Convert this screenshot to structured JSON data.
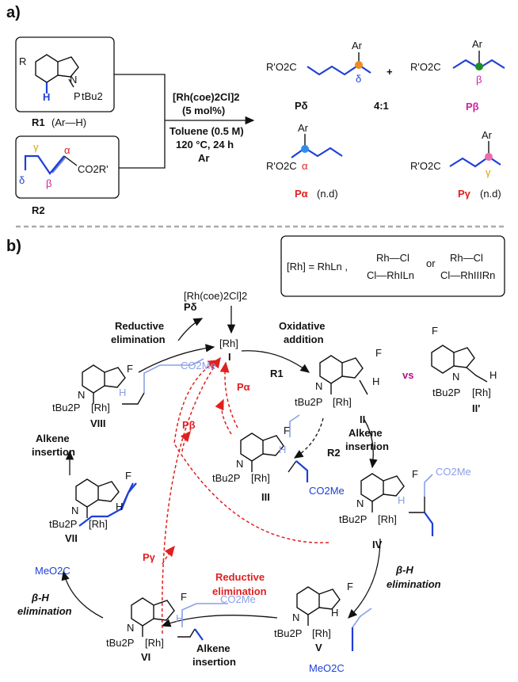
{
  "panel_a": {
    "label": "a)",
    "r1": {
      "label": "R1",
      "note": "(Ar—H)",
      "sub": "R",
      "h": "H",
      "n": "N",
      "pt": "P",
      "tbu": "tBu2"
    },
    "r2": {
      "label": "R2",
      "gamma": "γ",
      "alpha": "α",
      "delta": "δ",
      "beta": "β",
      "ester": "CO2R'"
    },
    "conditions": {
      "catalyst": "[Rh(coe)2Cl]2",
      "loading": "(5 mol%)",
      "solvent": "Toluene (0.5 M)",
      "temp": "120 °C, 24 h",
      "atm": "Ar"
    },
    "products": {
      "p_delta": {
        "label": "Pδ",
        "ester": "R'O2C",
        "ar": "Ar",
        "greek": "δ"
      },
      "plus": "+",
      "ratio": "4:1",
      "p_beta": {
        "label": "Pβ",
        "ester": "R'O2C",
        "ar": "Ar",
        "greek": "β"
      },
      "p_alpha": {
        "label": "Pα",
        "note": "(n.d)",
        "ester": "R'O2C",
        "ar": "Ar",
        "greek": "α"
      },
      "p_gamma": {
        "label": "Pγ",
        "note": "(n.d)",
        "ester": "R'O2C",
        "ar": "Ar",
        "greek": "γ"
      }
    },
    "colors": {
      "delta": "#f08a24",
      "beta": "#1e8c2e",
      "alpha": "#2a8ff0",
      "gamma": "#f06ab0"
    }
  },
  "panel_b": {
    "label": "b)",
    "legend": {
      "text": "[Rh] = RhLn ,",
      "or": "or",
      "rh1": "Rh—Cl",
      "cl1": "Cl—RhILn",
      "rh2": "Rh—Cl",
      "cl2": "Cl—RhIIIRn"
    },
    "catalyst": "[Rh(coe)2Cl]2",
    "center": {
      "rh": "[Rh]",
      "num": "I"
    },
    "steps": {
      "oxidative": "Oxidative",
      "addition": "addition",
      "reductive": "Reductive",
      "elimination": "elimination",
      "alkene": "Alkene",
      "insertion": "insertion",
      "beta_h": "β-H",
      "beta_elim": "elimination",
      "red_reductive": "Reductive",
      "red_elimination": "elimination"
    },
    "reagents": {
      "r1": "R1",
      "r2": "R2"
    },
    "intermediates": {
      "II": "II",
      "IIp": "II'",
      "vs": "vs",
      "III": "III",
      "IV": "IV",
      "V": "V",
      "VI": "VI",
      "VII": "VII",
      "VIII": "VIII"
    },
    "atoms": {
      "f": "F",
      "n": "N",
      "h": "H",
      "rh": "[Rh]",
      "tbu": "tBu2P",
      "ester": "CO2Me",
      "ester_left": "MeO2C"
    },
    "products": {
      "p_delta": "Pδ",
      "p_alpha": "Pα",
      "p_beta": "Pβ",
      "p_gamma": "Pγ"
    }
  }
}
